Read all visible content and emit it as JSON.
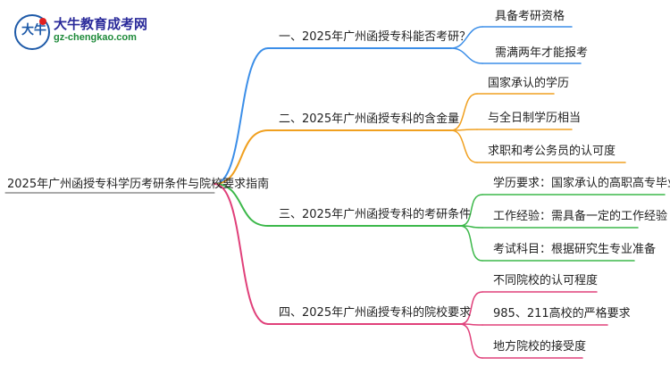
{
  "logo": {
    "mark": "大牛",
    "name": "大牛教育成考网",
    "url": "gz-chengkao.com"
  },
  "colors": {
    "branch1": "#3b8ee8",
    "branch2": "#f0a020",
    "branch3": "#3cb84a",
    "branch4": "#e0407a"
  },
  "root": {
    "label": "2025年广州函授专科学历考研条件与院校要求指南"
  },
  "branches": [
    {
      "label": "一、2025年广州函授专科能否考研？",
      "children": [
        "具备考研资格",
        "需满两年才能报考"
      ]
    },
    {
      "label": "二、2025年广州函授专科的含金量",
      "children": [
        "国家承认的学历",
        "与全日制学历相当",
        "求职和考公务员的认可度"
      ]
    },
    {
      "label": "三、2025年广州函授专科的考研条件",
      "children": [
        "学历要求：国家承认的高职高专毕业证书",
        "工作经验：需具备一定的工作经验",
        "考试科目：根据研究生专业准备"
      ]
    },
    {
      "label": "四、2025年广州函授专科的院校要求",
      "children": [
        "不同院校的认可程度",
        "985、211高校的严格要求",
        "地方院校的接受度"
      ]
    }
  ]
}
